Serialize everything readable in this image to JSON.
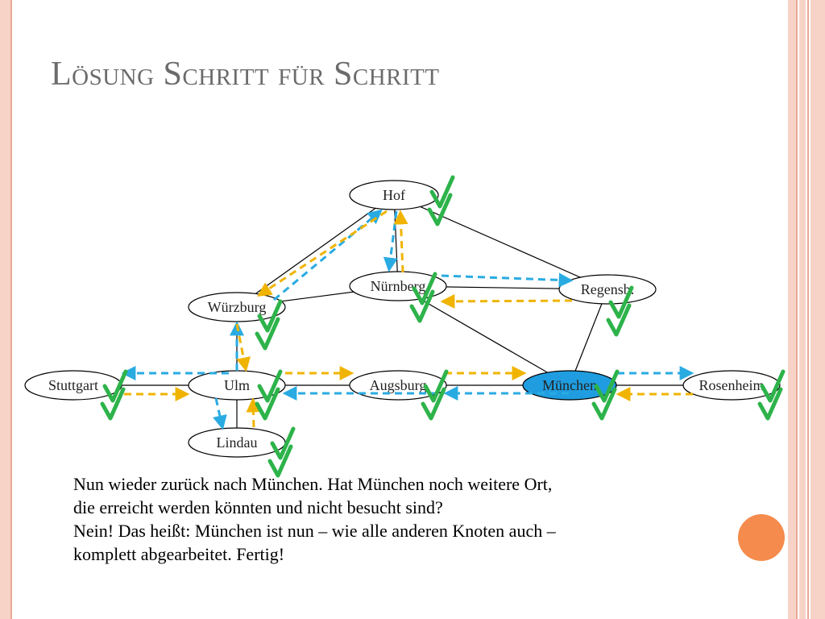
{
  "slide": {
    "title": "Lösung Schritt für Schritt",
    "text_lines": [
      "Nun wieder zurück nach München. Hat München noch weitere Ort,",
      "die erreicht werden könnten und nicht besucht sind?",
      "Nein! Das heißt: München ist nun – wie alle anderen Knoten auch –",
      "komplett abgearbeitet. Fertig!"
    ]
  },
  "colors": {
    "forward_arrow": "#29abe2",
    "back_arrow": "#f0b400",
    "check": "#2db34a",
    "active_node": "#1f9de0",
    "edge": "#000000",
    "accent_dot": "#f58b4c"
  },
  "graph": {
    "nodes": [
      {
        "id": "hof",
        "label": "Hof",
        "visited": true
      },
      {
        "id": "nuernberg",
        "label": "Nürnberg",
        "visited": true
      },
      {
        "id": "regensburg",
        "label": "Regensb.",
        "visited": true
      },
      {
        "id": "wuerzburg",
        "label": "Würzburg",
        "visited": true
      },
      {
        "id": "stuttgart",
        "label": "Stuttgart",
        "visited": true
      },
      {
        "id": "ulm",
        "label": "Ulm",
        "visited": true
      },
      {
        "id": "augsburg",
        "label": "Augsburg",
        "visited": true
      },
      {
        "id": "muenchen",
        "label": "München",
        "visited": true,
        "active": true
      },
      {
        "id": "rosenheim",
        "label": "Rosenheim",
        "visited": true
      },
      {
        "id": "lindau",
        "label": "Lindau",
        "visited": true
      }
    ],
    "edges": [
      [
        "hof",
        "nuernberg"
      ],
      [
        "hof",
        "wuerzburg"
      ],
      [
        "hof",
        "regensburg"
      ],
      [
        "nuernberg",
        "wuerzburg"
      ],
      [
        "nuernberg",
        "regensburg"
      ],
      [
        "nuernberg",
        "muenchen"
      ],
      [
        "regensburg",
        "muenchen"
      ],
      [
        "wuerzburg",
        "ulm"
      ],
      [
        "stuttgart",
        "ulm"
      ],
      [
        "ulm",
        "augsburg"
      ],
      [
        "ulm",
        "lindau"
      ],
      [
        "augsburg",
        "muenchen"
      ],
      [
        "muenchen",
        "rosenheim"
      ]
    ],
    "traversal": [
      {
        "from": "muenchen",
        "to": "augsburg",
        "kind": "forward"
      },
      {
        "from": "augsburg",
        "to": "ulm",
        "kind": "forward"
      },
      {
        "from": "ulm",
        "to": "stuttgart",
        "kind": "forward"
      },
      {
        "from": "stuttgart",
        "to": "ulm",
        "kind": "back"
      },
      {
        "from": "ulm",
        "to": "wuerzburg",
        "kind": "forward"
      },
      {
        "from": "wuerzburg",
        "to": "hof",
        "kind": "forward"
      },
      {
        "from": "hof",
        "to": "nuernberg",
        "kind": "forward"
      },
      {
        "from": "nuernberg",
        "to": "regensburg",
        "kind": "forward"
      },
      {
        "from": "regensburg",
        "to": "nuernberg",
        "kind": "back"
      },
      {
        "from": "nuernberg",
        "to": "hof",
        "kind": "back"
      },
      {
        "from": "hof",
        "to": "wuerzburg",
        "kind": "back"
      },
      {
        "from": "wuerzburg",
        "to": "ulm",
        "kind": "back"
      },
      {
        "from": "ulm",
        "to": "lindau",
        "kind": "forward"
      },
      {
        "from": "lindau",
        "to": "ulm",
        "kind": "back"
      },
      {
        "from": "ulm",
        "to": "augsburg",
        "kind": "back"
      },
      {
        "from": "augsburg",
        "to": "muenchen",
        "kind": "back"
      },
      {
        "from": "muenchen",
        "to": "rosenheim",
        "kind": "forward"
      },
      {
        "from": "rosenheim",
        "to": "muenchen",
        "kind": "back"
      }
    ]
  }
}
